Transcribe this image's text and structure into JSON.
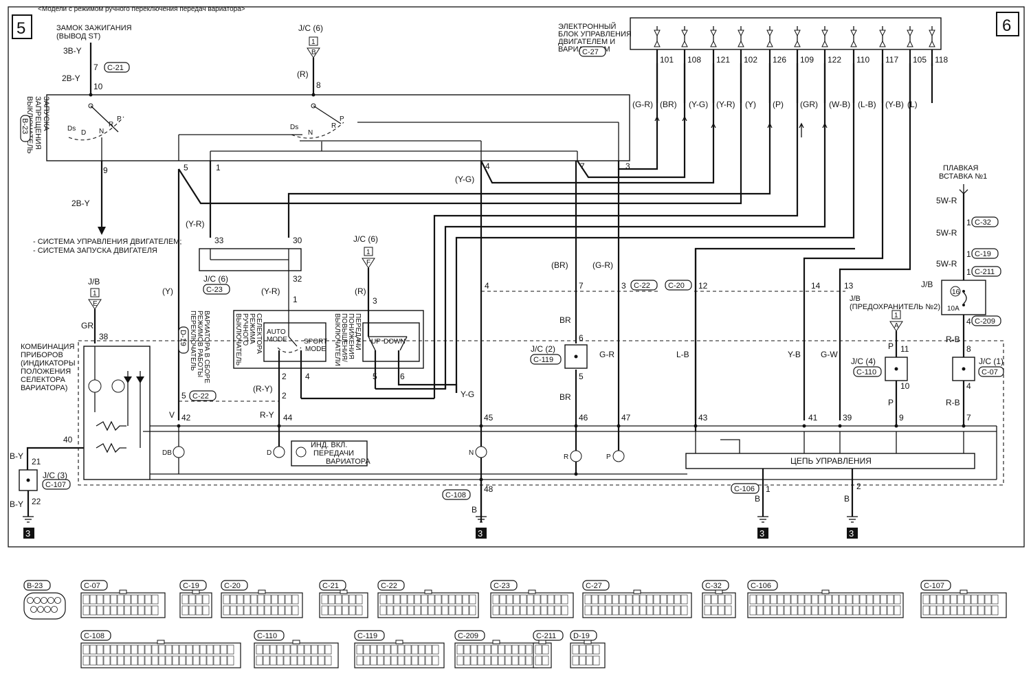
{
  "header_note": "<Модели с режимом ручного переключения передач вариатора>",
  "page_markers": {
    "left": "5",
    "right": "6"
  },
  "ignition": {
    "title_line1": "ЗАМОК ЗАЖИГАНИЯ",
    "title_line2": "(ВЫВОД ST)",
    "wire_top": "3B-Y",
    "pin": "7",
    "connector": "C-21",
    "wire_mid": "2B-Y",
    "switch_pin": "10"
  },
  "jc6_top": {
    "label": "J/C (6)",
    "num": "1",
    "letter": "B",
    "wire": "(R)",
    "pin": "8"
  },
  "inhibitor_switch": {
    "label_line1": "ВЫКЛЮЧАТЕЛЬ",
    "label_line2": "ЗАПРЕЩЕНИЯ",
    "label_line3": "ЗАПУСКА",
    "connector": "B-23",
    "pos_ds": "Ds",
    "pos_d": "D",
    "pos_n": "N",
    "pos_r": "R",
    "pos_p": "P"
  },
  "ecu": {
    "line1": "ЭЛЕКТРОННЫЙ",
    "line2": "БЛОК УПРАВЛЕНИЯ",
    "line3": "ДВИГАТЕЛЕМ И",
    "line4": "ВАРИАТОРОМ",
    "connector": "C-27",
    "pins": [
      "101",
      "108",
      "121",
      "102",
      "126",
      "109",
      "122",
      "110",
      "117",
      "105",
      "118"
    ],
    "wires": [
      "(G-R)",
      "(BR)",
      "(Y-G)",
      "(Y-R)",
      "(Y)",
      "(P)",
      "(GR)",
      "(W-B)",
      "(L-B)",
      "(Y-B)",
      "(L)"
    ]
  },
  "switch_pins": {
    "p9": "9",
    "p5": "5",
    "p1": "1",
    "p4": "4",
    "p7": "7",
    "p3": "3"
  },
  "engine_out": {
    "wire": "2B-Y",
    "item1": "- СИСТЕМА УПРАВЛЕНИЯ ДВИГАТЕЛЕМ;",
    "item2": "- СИСТЕМА ЗАПУСКА ДВИГАТЕЛЯ"
  },
  "wire_labels": {
    "yg_top": "(Y-G)",
    "yr_left": "(Y-R)",
    "y_left": "(Y)",
    "yr_mid": "(Y-R)",
    "r_mid": "(R)",
    "br_paren": "(BR)",
    "gr_paren": "(G-R)",
    "br_1": "BR",
    "br_2": "BR",
    "gr_right": "G-R",
    "lb": "L-B",
    "yb": "Y-B",
    "gw": "G-W",
    "yg_bottom": "Y-G",
    "v": "V",
    "ry": "R-Y",
    "ry_paren": "(R-Y)",
    "gr_jb": "GR",
    "by_top": "B-Y",
    "by_bottom": "B-Y",
    "b1": "B",
    "b2": "B",
    "b3": "B",
    "p_top": "P",
    "p_bottom": "P",
    "rb_top": "R-B",
    "rb_bottom": "R-B"
  },
  "jc6_a": {
    "label": "J/C (6)",
    "connector": "C-23",
    "pin33": "33",
    "pin30": "30",
    "pin32": "32"
  },
  "jc6_b": {
    "label": "J/C (6)",
    "num": "1",
    "letter": "F"
  },
  "mode_switch": {
    "line1": "ПЕРЕКЛЮЧАТЕЛЬ",
    "line2": "РЕЖИМОВ РАБОТЫ",
    "line3": "ВАРИАТОРА В СБОРЕ",
    "connector": "D-19",
    "sub1_l1": "ВЫКЛЮЧАТЕЛЬ",
    "sub1_l2": "РУЧНОГО",
    "sub1_l3": "РЕЖИМА",
    "sub1_l4": "СЕЛЕКТОРА",
    "sub2_l1": "ВЫКЛЮЧАТЕЛИ",
    "sub2_l2": "ПОВЫШЕНИЯ/",
    "sub2_l3": "ПОНИЖЕНИЯ",
    "sub2_l4": "ПЕРЕДАЧИ",
    "auto": "AUTO",
    "mode": "MODE",
    "sport": "SPORT",
    "mode2": "MODE",
    "up": "UP",
    "down": "DOWN",
    "pin1": "1",
    "pin3": "3",
    "pin2": "2",
    "pin4": "4",
    "pin5": "5",
    "pin6": "6"
  },
  "c22": {
    "connector": "C-22",
    "pin4": "4",
    "pin7": "7",
    "pin3": "3",
    "pin5": "5",
    "pin2": "2"
  },
  "c20": {
    "connector": "C-20",
    "pin12": "12",
    "pin14": "14",
    "pin13": "13"
  },
  "jc2": {
    "label": "J/C (2)",
    "connector": "C-119",
    "pin6": "6",
    "pin5": "5"
  },
  "fusible": {
    "line1": "ПЛАВКАЯ",
    "line2": "ВСТАВКА №1",
    "wire1": "5W-R",
    "wire2": "5W-R",
    "wire3": "5W-R",
    "c32": "C-32",
    "c19": "C-19",
    "c211": "C-211",
    "pin1a": "1",
    "pin1b": "1",
    "pin1c": "1"
  },
  "jb_fuse": {
    "label": "J/B",
    "fuse_no": "16",
    "rating": "10A",
    "pin4": "4",
    "connector": "C-209",
    "note1": "J/B",
    "note2": "(ПРЕДОХРАНИТЕЛЬ №2)"
  },
  "jc4": {
    "num": "1",
    "letter": "A",
    "label": "J/C (4)",
    "connector": "C-110",
    "pin11": "11",
    "pin10": "10"
  },
  "jc1": {
    "label": "J/C (1)",
    "connector": "C-07",
    "pin8": "8",
    "pin4": "4"
  },
  "jb_left": {
    "label": "J/B",
    "num": "1",
    "letter": "E"
  },
  "cluster": {
    "line1": "КОМБИНАЦИЯ",
    "line2": "ПРИБОРОВ",
    "line3": "(ИНДИКАТОРЫ",
    "line4": "ПОЛОЖЕНИЯ",
    "line5": "СЕЛЕКТОРА",
    "line6": "ВАРИАТОРА)",
    "pin38": "38",
    "pin40": "40",
    "pins": [
      "42",
      "44",
      "45",
      "46",
      "47",
      "43",
      "41",
      "39",
      "9",
      "7"
    ],
    "ind_db": "DB",
    "ind_d": "D",
    "ind_n": "N",
    "ind_r": "R",
    "ind_p": "P",
    "ind_line1": "ИНД. ВКЛ.",
    "ind_line2": "ПЕРЕДАЧИ",
    "ind_line3": "ВАРИАТОРА",
    "control": "ЦЕПЬ УПРАВЛЕНИЯ",
    "pin48": "48",
    "pin_g1": "1",
    "pin_g2": "2"
  },
  "jc3": {
    "label": "J/C (3)",
    "connector": "C-107",
    "pin21": "21",
    "pin22": "22"
  },
  "grounds": {
    "c108": "C-108",
    "c106": "C-106",
    "mark": "3"
  },
  "connectors_legend": [
    {
      "id": "B-23"
    },
    {
      "id": "C-07"
    },
    {
      "id": "C-19"
    },
    {
      "id": "C-20"
    },
    {
      "id": "C-21"
    },
    {
      "id": "C-22"
    },
    {
      "id": "C-23"
    },
    {
      "id": "C-27"
    },
    {
      "id": "C-32"
    },
    {
      "id": "C-106"
    },
    {
      "id": "C-107"
    },
    {
      "id": "C-108"
    },
    {
      "id": "C-110"
    },
    {
      "id": "C-119"
    },
    {
      "id": "C-209"
    },
    {
      "id": "C-211"
    },
    {
      "id": "D-19"
    }
  ]
}
